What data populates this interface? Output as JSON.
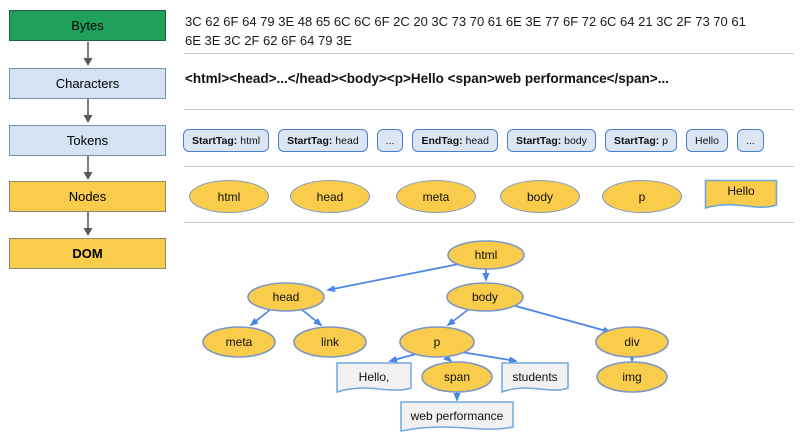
{
  "pipeline": {
    "stages": [
      {
        "id": "bytes",
        "label": "Bytes",
        "color": "#1fa15b"
      },
      {
        "id": "characters",
        "label": "Characters",
        "color": "#d3e3f3"
      },
      {
        "id": "tokens",
        "label": "Tokens",
        "color": "#d3e3f3"
      },
      {
        "id": "nodes",
        "label": "Nodes",
        "color": "#f9cc4c"
      },
      {
        "id": "dom",
        "label": "DOM",
        "color": "#f9cc4c"
      }
    ]
  },
  "bytes_row": {
    "line1": "3C 62 6F 64 79 3E 48 65 6C 6C 6F 2C 20 3C 73 70 61 6E 3E 77 6F 72 6C 64 21 3C 2F 73 70 61",
    "line2": "6E 3E 3C 2F 62 6F 64 79 3E"
  },
  "characters_row": {
    "text": "<html><head>...</head><body><p>Hello <span>web performance</span>..."
  },
  "tokens_row": {
    "tokens": [
      {
        "tag": "StartTag:",
        "value": " html"
      },
      {
        "tag": "StartTag:",
        "value": " head"
      },
      {
        "tag": "",
        "value": "..."
      },
      {
        "tag": "EndTag:",
        "value": " head"
      },
      {
        "tag": "StartTag:",
        "value": " body"
      },
      {
        "tag": "StartTag:",
        "value": " p"
      },
      {
        "tag": "",
        "value": "Hello"
      },
      {
        "tag": "",
        "value": "..."
      }
    ]
  },
  "nodes_row": {
    "elements": [
      "html",
      "head",
      "meta",
      "body",
      "p"
    ],
    "text_node": "Hello"
  },
  "dom_tree": {
    "html": "html",
    "head": "head",
    "body": "body",
    "meta": "meta",
    "link": "link",
    "p": "p",
    "div": "div",
    "hello": "Hello,",
    "span": "span",
    "students": "students",
    "img": "img",
    "webperf": "web performance"
  },
  "colors": {
    "accent_blue": "#4a86e8",
    "node_yellow": "#f9cc4c",
    "stage_green": "#1fa15b",
    "stage_blue": "#d3e3f3",
    "textnode_grey": "#f1f1f1",
    "pill_border": "#4a7fd0",
    "divider_grey": "#c8c8c8"
  }
}
